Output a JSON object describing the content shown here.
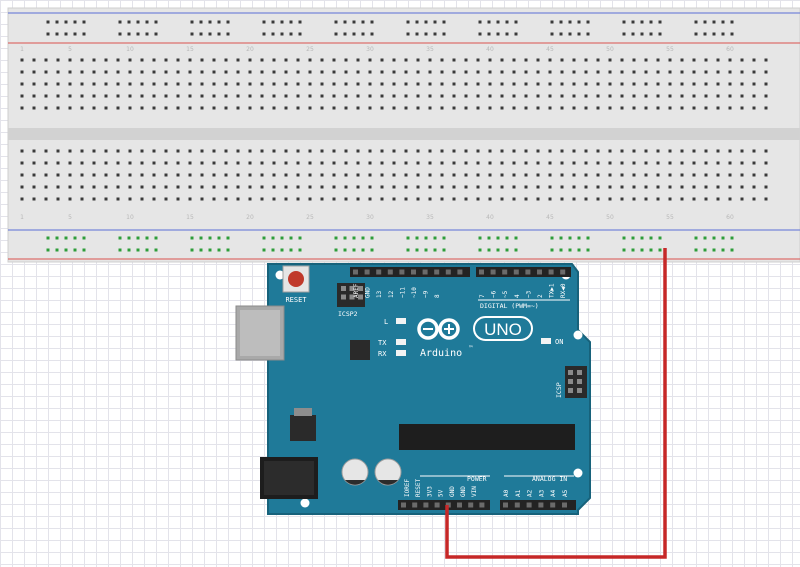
{
  "colors": {
    "board": "#1f7a99",
    "board_edge": "#17627b",
    "breadboard": "#e6e6e6",
    "rail_red": "#d9534f",
    "rail_blue": "#5b6fd6",
    "wire": "#c62828",
    "header": "#232323",
    "reset_button": "#c0392b"
  },
  "breadboard": {
    "column_numbers_top": [
      "1",
      "5",
      "10",
      "15",
      "20",
      "25",
      "30",
      "35",
      "40",
      "45",
      "50",
      "55",
      "60"
    ],
    "column_numbers_bottom": [
      "1",
      "5",
      "10",
      "15",
      "20",
      "25",
      "30",
      "35",
      "40",
      "45",
      "50",
      "55",
      "60"
    ]
  },
  "arduino": {
    "reset_label": "RESET",
    "icsp2_label": "ICSP2",
    "icsp_label": "ICSP",
    "led_l": "L",
    "led_tx": "TX",
    "led_rx": "RX",
    "on_label": "ON",
    "brand": "Arduino",
    "trademark": "™",
    "model": "UNO",
    "digital_label": "DIGITAL (PWM=~)",
    "power_label": "POWER",
    "analog_label": "ANALOG IN",
    "digital_pins_left": [
      "AREF",
      "GND",
      "13",
      "12",
      "~11",
      "~10",
      "~9",
      "8"
    ],
    "digital_pins_right": [
      "7",
      "~6",
      "~5",
      "4",
      "~3",
      "2",
      "TX▶1",
      "RX◀0"
    ],
    "power_pins": [
      "IOREF",
      "RESET",
      "3V3",
      "5V",
      "GND",
      "GND",
      "VIN"
    ],
    "analog_pins": [
      "A0",
      "A1",
      "A2",
      "A3",
      "A4",
      "A5"
    ]
  }
}
